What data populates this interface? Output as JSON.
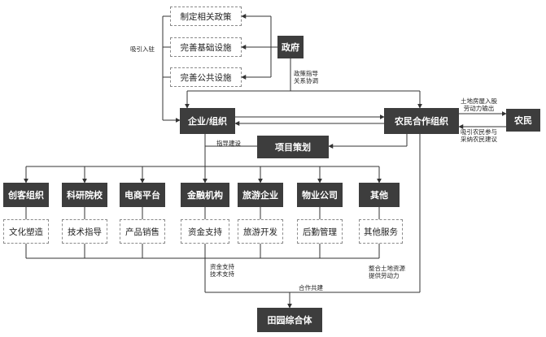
{
  "nodes": {
    "policy": "制定相关政策",
    "infrastructure": "完善基础设施",
    "public_facilities": "完善公共设施",
    "government": "政府",
    "enterprise": "企业/组织",
    "cooperative": "农民合作组织",
    "farmers": "农民",
    "project_planning": "项目策划",
    "complex": "田园综合体"
  },
  "categories": [
    {
      "name": "创客组织",
      "service": "文化塑造"
    },
    {
      "name": "科研院校",
      "service": "技术指导"
    },
    {
      "name": "电商平台",
      "service": "产品销售"
    },
    {
      "name": "金融机构",
      "service": "资金支持"
    },
    {
      "name": "旅游企业",
      "service": "旅游开发"
    },
    {
      "name": "物业公司",
      "service": "后勤管理"
    },
    {
      "name": "其他",
      "service": "其他服务"
    }
  ],
  "labels": {
    "attract": "吸引入驻",
    "gov_guide_1": "政策指导",
    "gov_guide_2": "关系协调",
    "land_1": "土地房屋入股",
    "land_2": "劳动力输出",
    "farmer_1": "吸引农民参与",
    "farmer_2": "采纳农民建议",
    "guide_build": "指导建设",
    "funding_1": "资金支持",
    "funding_2": "技术支持",
    "cooperate": "合作共建",
    "integrate_1": "整合土地资源",
    "integrate_2": "提供劳动力"
  }
}
